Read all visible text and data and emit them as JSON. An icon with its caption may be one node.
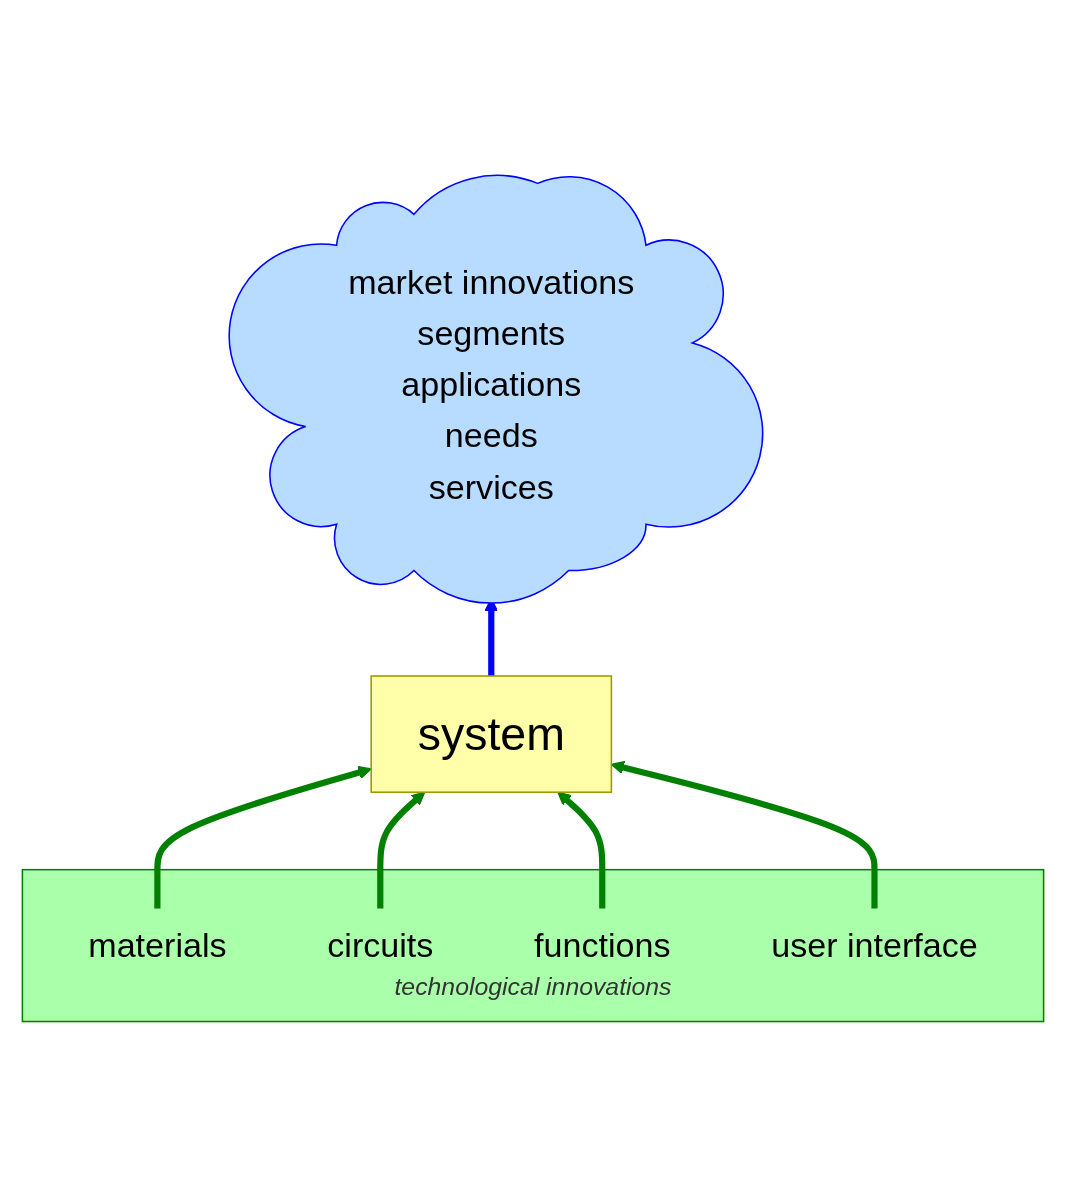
{
  "diagram": {
    "nodes": [
      {
        "text": [
          "market innovations",
          "segments",
          "applications",
          "needs",
          "services"
        ]
      },
      {
        "text": [
          "system"
        ]
      },
      {
        "text": [
          "technological innovations"
        ]
      },
      {
        "text": [
          "materials"
        ],
        "in": 2
      },
      {
        "text": [
          "circuits"
        ],
        "in": 2
      },
      {
        "text": [
          "functions"
        ],
        "in": 2
      },
      {
        "text": [
          "user interface"
        ],
        "in": 2
      }
    ],
    "edges": [
      {
        "from": 1,
        "to": 0,
        "arrow": "to",
        "color": "#0000ff"
      },
      {
        "from": 3,
        "to": 1,
        "arrow": "to"
      },
      {
        "from": 4,
        "to": 1,
        "arrow": "to"
      },
      {
        "from": 5,
        "to": 1,
        "arrow": "to"
      },
      {
        "from": 6,
        "to": 1,
        "arrow": "to"
      }
    ]
  }
}
